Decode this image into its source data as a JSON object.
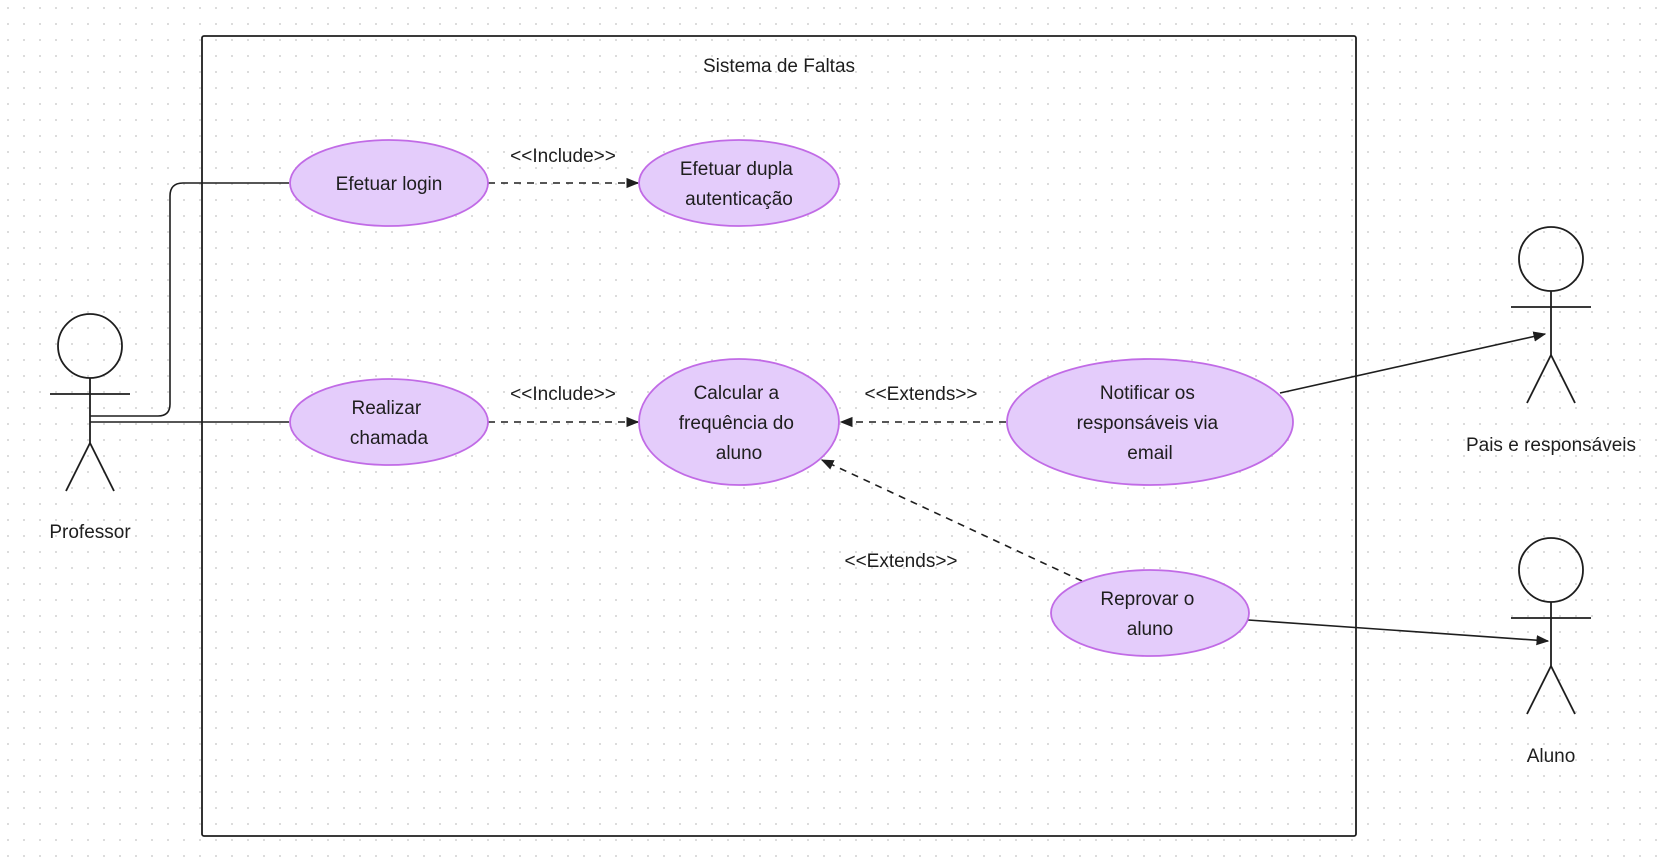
{
  "system": {
    "title": "Sistema de Faltas"
  },
  "actors": {
    "professor": "Professor",
    "pais": "Pais e responsáveis",
    "aluno": "Aluno"
  },
  "use_cases": {
    "login": [
      "Efetuar login"
    ],
    "dupla": [
      "Efetuar dupla",
      "autenticação"
    ],
    "chamada": [
      "Realizar",
      "chamada"
    ],
    "calcular": [
      "Calcular a",
      "frequência do",
      "aluno"
    ],
    "notificar": [
      "Notificar os",
      "responsáveis via",
      "email"
    ],
    "reprovar": [
      "Reprovar o",
      "aluno"
    ]
  },
  "relations": {
    "include_login": "<<Include>>",
    "include_chamada": "<<Include>>",
    "extends_notificar": "<<Extends>>",
    "extends_reprovar": "<<Extends>>"
  },
  "colors": {
    "use_case_fill": "#e4ccfb",
    "use_case_stroke": "#c16be6",
    "line": "#1e1e1e"
  }
}
